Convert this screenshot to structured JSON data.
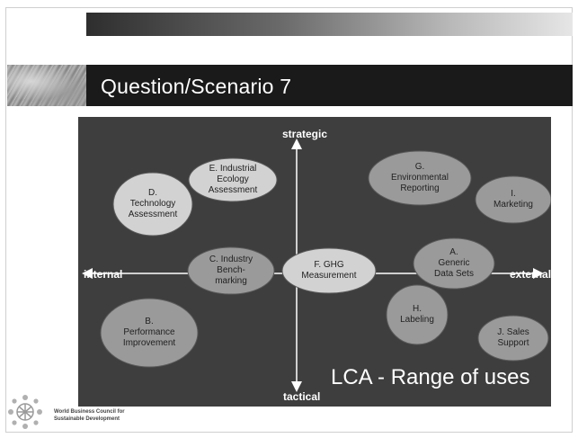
{
  "slide": {
    "title": "Question/Scenario 7",
    "logo_line1": "World Business Council for",
    "logo_line2": "Sustainable Development"
  },
  "diagram": {
    "axis_top": "strategic",
    "axis_bottom": "tactical",
    "axis_left": "internal",
    "axis_right": "external",
    "caption": "LCA - Range of uses",
    "nodes": [
      {
        "id": "D",
        "lines": [
          "D.",
          "Technology",
          "Assessment"
        ]
      },
      {
        "id": "E",
        "lines": [
          "E. Industrial",
          "Ecology",
          "Assessment"
        ]
      },
      {
        "id": "G",
        "lines": [
          "G.",
          "Environmental",
          "Reporting"
        ]
      },
      {
        "id": "I",
        "lines": [
          "I.",
          "Marketing"
        ]
      },
      {
        "id": "C",
        "lines": [
          "C. Industry",
          "Bench-",
          "marking"
        ]
      },
      {
        "id": "F",
        "lines": [
          "F. GHG",
          "Measurement"
        ]
      },
      {
        "id": "A",
        "lines": [
          "A.",
          "Generic",
          "Data Sets"
        ]
      },
      {
        "id": "B",
        "lines": [
          "B.",
          "Performance",
          "Improvement"
        ]
      },
      {
        "id": "H",
        "lines": [
          "H.",
          "Labeling"
        ]
      },
      {
        "id": "J",
        "lines": [
          "J. Sales",
          "Support"
        ]
      }
    ]
  },
  "colors": {
    "diagram_bg": "#3e3e3e",
    "bubble_dark": "#9a9a9a",
    "bubble_light": "#d2d2d2",
    "axis": "#ffffff"
  }
}
